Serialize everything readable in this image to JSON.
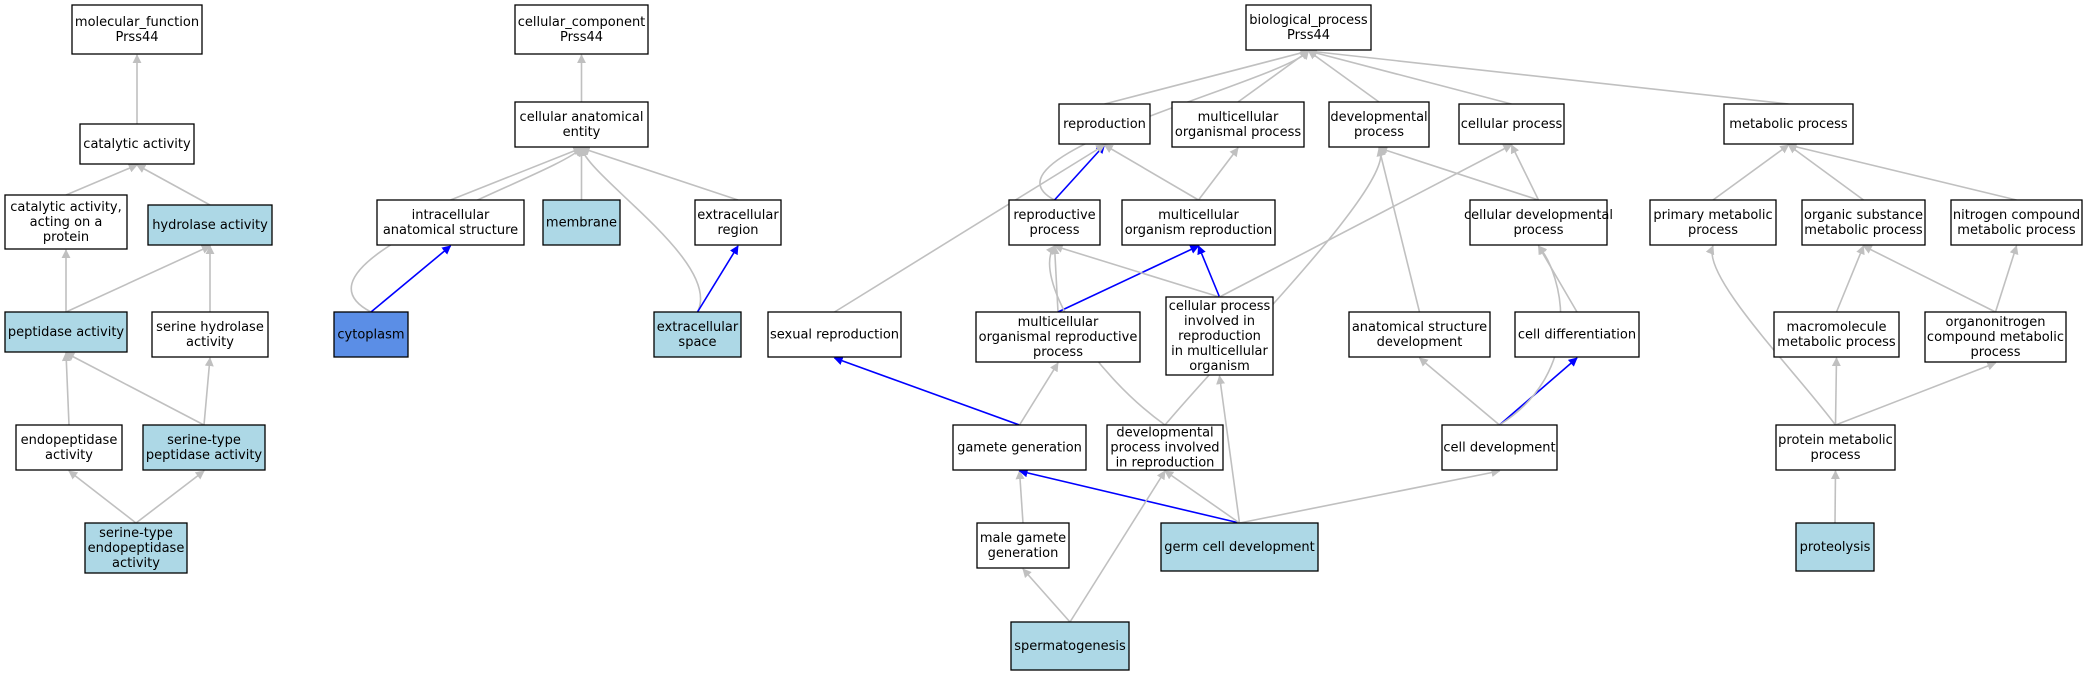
{
  "colors": {
    "plain": "#ffffff",
    "highlight": "#add8e6",
    "focus": "#5b8ee6",
    "edge_gray": "#c0c0c0",
    "edge_blue": "#0000ff"
  },
  "nodes": [
    {
      "id": "mf",
      "lines": [
        "molecular_function",
        "Prss44"
      ],
      "fill": "plain"
    },
    {
      "id": "cat",
      "lines": [
        "catalytic activity"
      ],
      "fill": "plain"
    },
    {
      "id": "catprot",
      "lines": [
        "catalytic activity,",
        "acting on a",
        "protein"
      ],
      "fill": "plain"
    },
    {
      "id": "hyd",
      "lines": [
        "hydrolase activity"
      ],
      "fill": "highlight"
    },
    {
      "id": "pep",
      "lines": [
        "peptidase activity"
      ],
      "fill": "highlight"
    },
    {
      "id": "serhyd",
      "lines": [
        "serine hydrolase",
        "activity"
      ],
      "fill": "plain"
    },
    {
      "id": "endo",
      "lines": [
        "endopeptidase",
        "activity"
      ],
      "fill": "plain"
    },
    {
      "id": "serpep",
      "lines": [
        "serine-type",
        "peptidase activity"
      ],
      "fill": "highlight"
    },
    {
      "id": "serendo",
      "lines": [
        "serine-type",
        "endopeptidase",
        "activity"
      ],
      "fill": "highlight"
    },
    {
      "id": "cc",
      "lines": [
        "cellular_component",
        "Prss44"
      ],
      "fill": "plain"
    },
    {
      "id": "cae",
      "lines": [
        "cellular anatomical",
        "entity"
      ],
      "fill": "plain"
    },
    {
      "id": "intra",
      "lines": [
        "intracellular",
        "anatomical structure"
      ],
      "fill": "plain"
    },
    {
      "id": "memb",
      "lines": [
        "membrane"
      ],
      "fill": "highlight"
    },
    {
      "id": "extreg",
      "lines": [
        "extracellular",
        "region"
      ],
      "fill": "plain"
    },
    {
      "id": "cyto",
      "lines": [
        "cytoplasm"
      ],
      "fill": "focus"
    },
    {
      "id": "extsp",
      "lines": [
        "extracellular",
        "space"
      ],
      "fill": "highlight"
    },
    {
      "id": "bp",
      "lines": [
        "biological_process",
        "Prss44"
      ],
      "fill": "plain"
    },
    {
      "id": "repro",
      "lines": [
        "reproduction"
      ],
      "fill": "plain"
    },
    {
      "id": "multorg",
      "lines": [
        "multicellular",
        "organismal process"
      ],
      "fill": "plain"
    },
    {
      "id": "devp",
      "lines": [
        "developmental",
        "process"
      ],
      "fill": "plain"
    },
    {
      "id": "cellp",
      "lines": [
        "cellular process"
      ],
      "fill": "plain"
    },
    {
      "id": "metab",
      "lines": [
        "metabolic process"
      ],
      "fill": "plain"
    },
    {
      "id": "reprop",
      "lines": [
        "reproductive",
        "process"
      ],
      "fill": "plain"
    },
    {
      "id": "multrepro",
      "lines": [
        "multicellular",
        "organism reproduction"
      ],
      "fill": "plain"
    },
    {
      "id": "celldevp",
      "lines": [
        "cellular developmental",
        "process"
      ],
      "fill": "plain"
    },
    {
      "id": "primmet",
      "lines": [
        "primary metabolic",
        "process"
      ],
      "fill": "plain"
    },
    {
      "id": "orgsub",
      "lines": [
        "organic substance",
        "metabolic process"
      ],
      "fill": "plain"
    },
    {
      "id": "nitro",
      "lines": [
        "nitrogen compound",
        "metabolic process"
      ],
      "fill": "plain"
    },
    {
      "id": "sexrepro",
      "lines": [
        "sexual reproduction"
      ],
      "fill": "plain"
    },
    {
      "id": "multorgrepro",
      "lines": [
        "multicellular",
        "organismal reproductive",
        "process"
      ],
      "fill": "plain"
    },
    {
      "id": "cellpinv",
      "lines": [
        "cellular process",
        "involved in",
        "reproduction",
        "in multicellular",
        "organism"
      ],
      "fill": "plain"
    },
    {
      "id": "anat",
      "lines": [
        "anatomical structure",
        "development"
      ],
      "fill": "plain"
    },
    {
      "id": "celldiff",
      "lines": [
        "cell differentiation"
      ],
      "fill": "plain"
    },
    {
      "id": "macro",
      "lines": [
        "macromolecule",
        "metabolic process"
      ],
      "fill": "plain"
    },
    {
      "id": "organo",
      "lines": [
        "organonitrogen",
        "compound metabolic",
        "process"
      ],
      "fill": "plain"
    },
    {
      "id": "gamete",
      "lines": [
        "gamete generation"
      ],
      "fill": "plain"
    },
    {
      "id": "devinv",
      "lines": [
        "developmental",
        "process involved",
        "in reproduction"
      ],
      "fill": "plain"
    },
    {
      "id": "celldev",
      "lines": [
        "cell development"
      ],
      "fill": "plain"
    },
    {
      "id": "protmet",
      "lines": [
        "protein metabolic",
        "process"
      ],
      "fill": "plain"
    },
    {
      "id": "malegam",
      "lines": [
        "male gamete",
        "generation"
      ],
      "fill": "plain"
    },
    {
      "id": "germ",
      "lines": [
        "germ cell development"
      ],
      "fill": "highlight"
    },
    {
      "id": "prot",
      "lines": [
        "proteolysis"
      ],
      "fill": "highlight"
    },
    {
      "id": "sperm",
      "lines": [
        "spermatogenesis"
      ],
      "fill": "highlight"
    }
  ],
  "edges": [
    {
      "from": "cat",
      "to": "mf",
      "color": "gray"
    },
    {
      "from": "catprot",
      "to": "cat",
      "color": "gray"
    },
    {
      "from": "hyd",
      "to": "cat",
      "color": "gray"
    },
    {
      "from": "pep",
      "to": "catprot",
      "color": "gray"
    },
    {
      "from": "pep",
      "to": "hyd",
      "color": "gray"
    },
    {
      "from": "serhyd",
      "to": "hyd",
      "color": "gray"
    },
    {
      "from": "endo",
      "to": "pep",
      "color": "gray"
    },
    {
      "from": "serpep",
      "to": "pep",
      "color": "gray"
    },
    {
      "from": "serpep",
      "to": "serhyd",
      "color": "gray"
    },
    {
      "from": "serendo",
      "to": "endo",
      "color": "gray"
    },
    {
      "from": "serendo",
      "to": "serpep",
      "color": "gray"
    },
    {
      "from": "cae",
      "to": "cc",
      "color": "gray"
    },
    {
      "from": "intra",
      "to": "cae",
      "color": "gray"
    },
    {
      "from": "memb",
      "to": "cae",
      "color": "gray"
    },
    {
      "from": "extreg",
      "to": "cae",
      "color": "gray"
    },
    {
      "from": "cyto",
      "to": "cae",
      "color": "gray",
      "curve": -95
    },
    {
      "from": "cyto",
      "to": "intra",
      "color": "blue"
    },
    {
      "from": "extsp",
      "to": "cae",
      "color": "gray",
      "curve": 25
    },
    {
      "from": "extsp",
      "to": "extreg",
      "color": "blue"
    },
    {
      "from": "repro",
      "to": "bp",
      "color": "gray"
    },
    {
      "from": "multorg",
      "to": "bp",
      "color": "gray"
    },
    {
      "from": "devp",
      "to": "bp",
      "color": "gray"
    },
    {
      "from": "cellp",
      "to": "bp",
      "color": "gray"
    },
    {
      "from": "metab",
      "to": "bp",
      "color": "gray"
    },
    {
      "from": "reprop",
      "to": "bp",
      "color": "gray",
      "curve": -85
    },
    {
      "from": "reprop",
      "to": "repro",
      "color": "blue"
    },
    {
      "from": "multrepro",
      "to": "repro",
      "color": "gray"
    },
    {
      "from": "multrepro",
      "to": "multorg",
      "color": "gray"
    },
    {
      "from": "celldevp",
      "to": "devp",
      "color": "gray"
    },
    {
      "from": "celldevp",
      "to": "cellp",
      "color": "gray"
    },
    {
      "from": "primmet",
      "to": "metab",
      "color": "gray"
    },
    {
      "from": "orgsub",
      "to": "metab",
      "color": "gray"
    },
    {
      "from": "nitro",
      "to": "metab",
      "color": "gray"
    },
    {
      "from": "sexrepro",
      "to": "repro",
      "color": "gray"
    },
    {
      "from": "multorgrepro",
      "to": "reprop",
      "color": "gray"
    },
    {
      "from": "multorgrepro",
      "to": "multrepro",
      "color": "blue"
    },
    {
      "from": "cellpinv",
      "to": "reprop",
      "color": "gray"
    },
    {
      "from": "cellpinv",
      "to": "multrepro",
      "color": "blue"
    },
    {
      "from": "cellpinv",
      "to": "cellp",
      "color": "gray"
    },
    {
      "from": "anat",
      "to": "devp",
      "color": "gray"
    },
    {
      "from": "celldiff",
      "to": "celldevp",
      "color": "gray"
    },
    {
      "from": "macro",
      "to": "orgsub",
      "color": "gray"
    },
    {
      "from": "organo",
      "to": "orgsub",
      "color": "gray"
    },
    {
      "from": "organo",
      "to": "nitro",
      "color": "gray"
    },
    {
      "from": "gamete",
      "to": "sexrepro",
      "color": "blue"
    },
    {
      "from": "gamete",
      "to": "multorgrepro",
      "color": "gray"
    },
    {
      "from": "devinv",
      "to": "reprop",
      "color": "gray",
      "curve": -75
    },
    {
      "from": "devinv",
      "to": "devp",
      "color": "gray",
      "curve": 70
    },
    {
      "from": "celldev",
      "to": "anat",
      "color": "gray"
    },
    {
      "from": "celldev",
      "to": "celldiff",
      "color": "blue"
    },
    {
      "from": "celldev",
      "to": "celldevp",
      "color": "gray",
      "curve": 85
    },
    {
      "from": "protmet",
      "to": "primmet",
      "color": "gray",
      "curve": -40
    },
    {
      "from": "protmet",
      "to": "macro",
      "color": "gray"
    },
    {
      "from": "protmet",
      "to": "organo",
      "color": "gray"
    },
    {
      "from": "malegam",
      "to": "gamete",
      "color": "gray"
    },
    {
      "from": "germ",
      "to": "gamete",
      "color": "blue"
    },
    {
      "from": "germ",
      "to": "devinv",
      "color": "gray"
    },
    {
      "from": "germ",
      "to": "cellpinv",
      "color": "gray"
    },
    {
      "from": "germ",
      "to": "celldev",
      "color": "gray"
    },
    {
      "from": "prot",
      "to": "protmet",
      "color": "gray"
    },
    {
      "from": "sperm",
      "to": "malegam",
      "color": "gray"
    },
    {
      "from": "sperm",
      "to": "devinv",
      "color": "gray"
    }
  ]
}
